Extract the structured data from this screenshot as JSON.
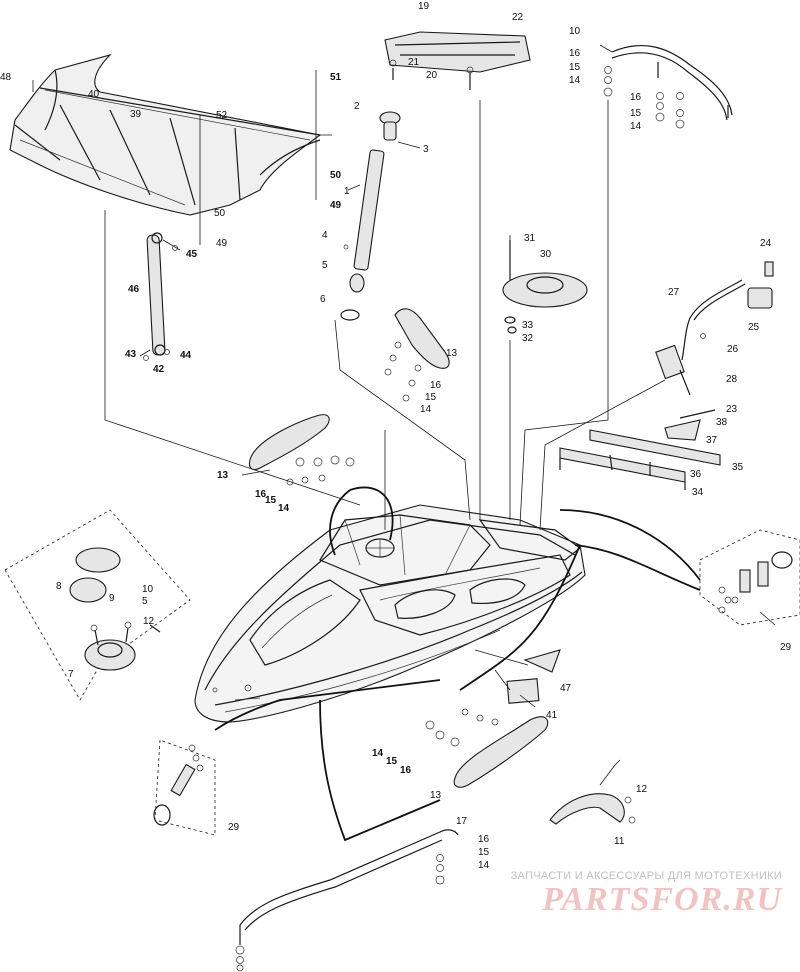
{
  "diagram": {
    "labels": {
      "l1": "1",
      "l2": "2",
      "l3": "3",
      "l4": "4",
      "l5": "5",
      "l6": "6",
      "l7": "7",
      "l8": "8",
      "l9": "9",
      "l10": "10",
      "l11": "11",
      "l12": "12",
      "l13": "13",
      "l14": "14",
      "l15": "15",
      "l16": "16",
      "l17": "17",
      "l19": "19",
      "l20": "20",
      "l21": "21",
      "l22": "22",
      "l23": "23",
      "l24": "24",
      "l25": "25",
      "l26": "26",
      "l27": "27",
      "l28": "28",
      "l29": "29",
      "l30": "30",
      "l31": "31",
      "l32": "32",
      "l33": "33",
      "l34": "34",
      "l35": "35",
      "l36": "36",
      "l37": "37",
      "l38": "38",
      "l39": "39",
      "l40": "40",
      "l41": "41",
      "l42": "42",
      "l43": "43",
      "l44": "44",
      "l45": "45",
      "l46": "46",
      "l47": "47",
      "l48": "48",
      "l49": "49",
      "l50": "50",
      "l51": "51",
      "l52": "52"
    }
  },
  "watermark": {
    "tagline": "ЗАПЧАСТИ И АКСЕССУАРЫ ДЛЯ МОТОТЕХНИКИ",
    "logo": "PARTSFOR.RU"
  }
}
